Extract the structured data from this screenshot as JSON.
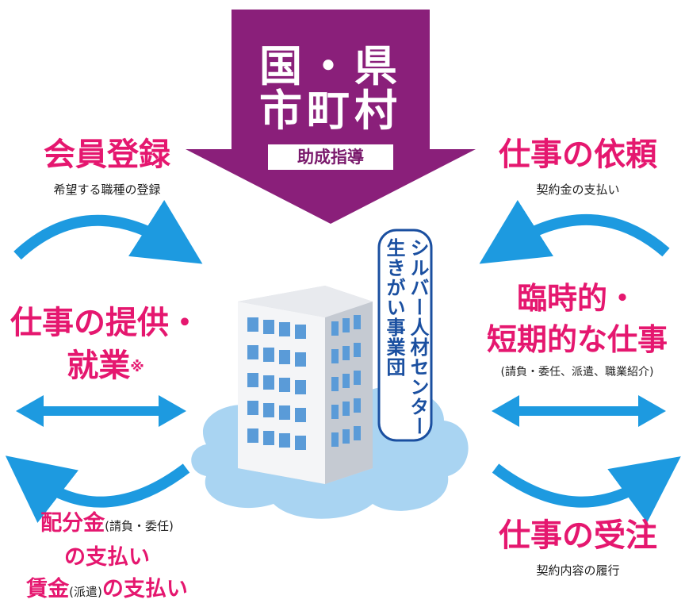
{
  "government": {
    "line1": "国・県",
    "line2": "市町村",
    "badge": "助成指導"
  },
  "center": {
    "line1": "シルバー人材センター",
    "line2": "生きがい事業団"
  },
  "left": {
    "member_title": "会員登録",
    "member_sub": "希望する職種の登録",
    "provide_title_1": "仕事の提供・",
    "provide_title_2": "就業",
    "provide_mark": "※",
    "pay_1_main": "配分金",
    "pay_1_paren": "(請負・委任)",
    "pay_2": "の支払い",
    "pay_3_main": "賃金",
    "pay_3_paren": "(派遣)",
    "pay_3_tail": "の支払い"
  },
  "right": {
    "request_title": "仕事の依頼",
    "request_sub": "契約金の支払い",
    "temp_title_1": "臨時的・",
    "temp_title_2": "短期的な仕事",
    "temp_sub": "(請負・委任、派遣、職業紹介)",
    "order_title": "仕事の受注",
    "order_sub": "契約内容の履行"
  },
  "colors": {
    "accent_pink": "#e5176f",
    "arrow_blue": "#1d9ae0",
    "gov_purple": "#8a1f7a",
    "center_blue": "#1a4fa0"
  }
}
